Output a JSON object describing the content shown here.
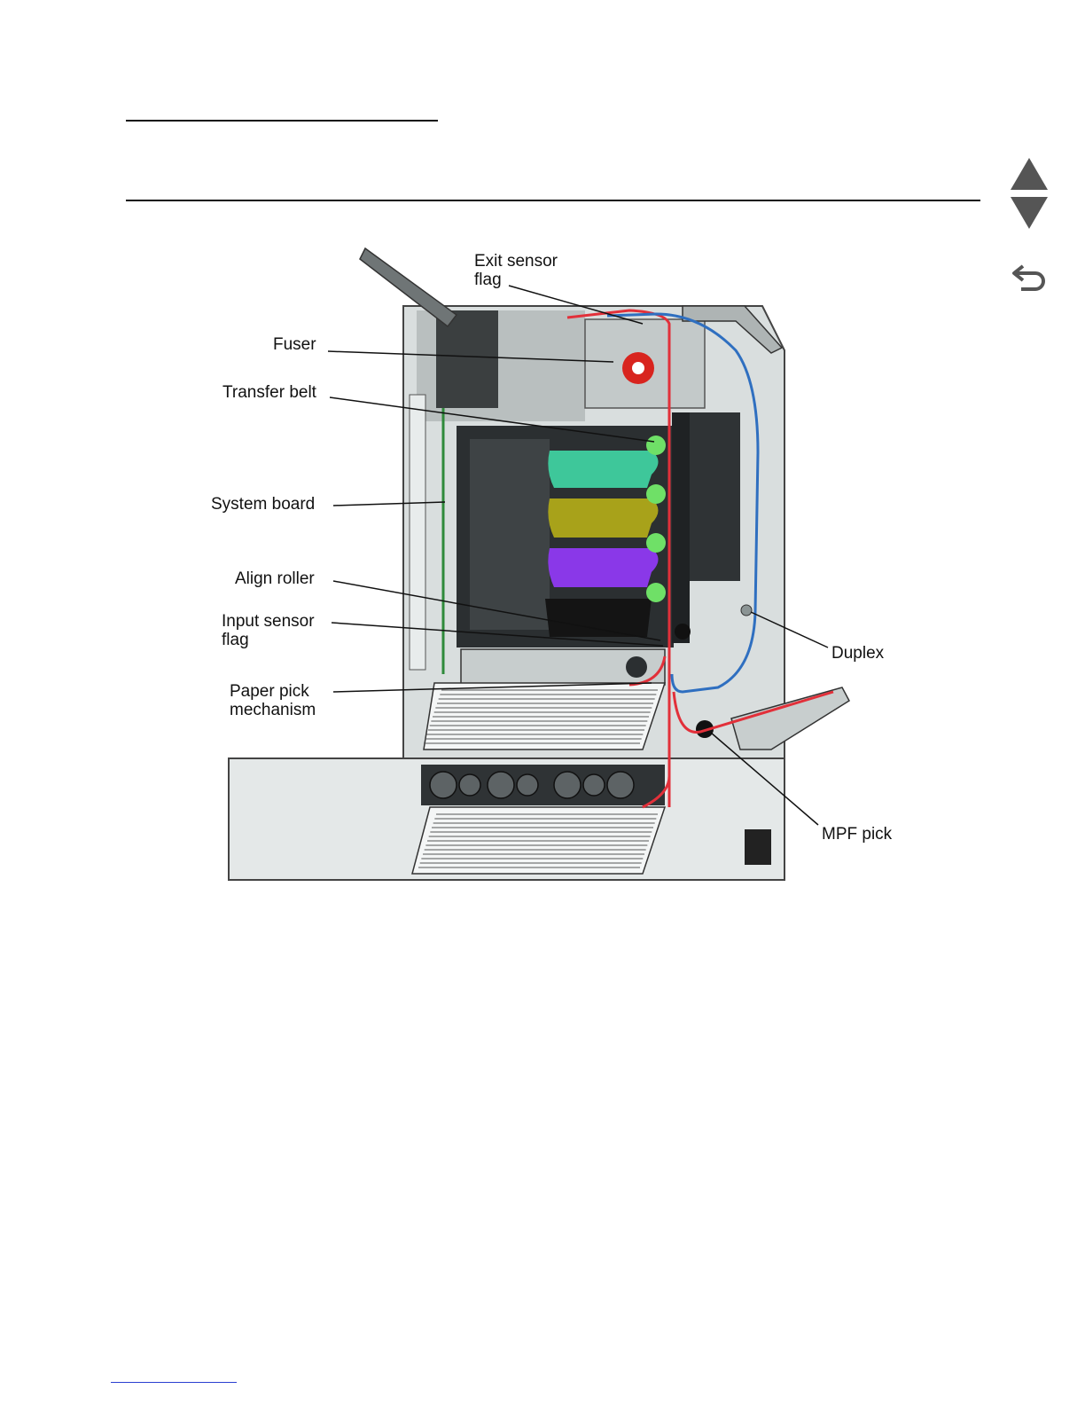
{
  "navigation": {
    "previous_icon": "triangle-up-icon",
    "next_icon": "triangle-down-icon",
    "back_icon": "return-arrow-icon"
  },
  "diagram": {
    "labels": {
      "exit_sensor_flag": "Exit sensor\nflag",
      "fuser": "Fuser",
      "transfer_belt": "Transfer belt",
      "system_board": "System board",
      "align_roller": "Align roller",
      "input_sensor_flag": "Input sensor\nflag",
      "paper_pick_mechanism": "Paper pick\nmechanism",
      "duplex": "Duplex",
      "mpf_pick": "MPF pick"
    },
    "colors": {
      "simplex_path": "#e2303a",
      "duplex_path": "#2f6fc0",
      "cyan_cartridge": "#3ec79a",
      "yellow_cartridge": "#a8a21a",
      "magenta_cartridge": "#8a38e8",
      "black_cartridge": "#141414",
      "fuser_roller": "#d8241e",
      "green_rollers": "#6fe067",
      "frame": "#cdd3d3",
      "dark_frame": "#2b2f31"
    }
  }
}
